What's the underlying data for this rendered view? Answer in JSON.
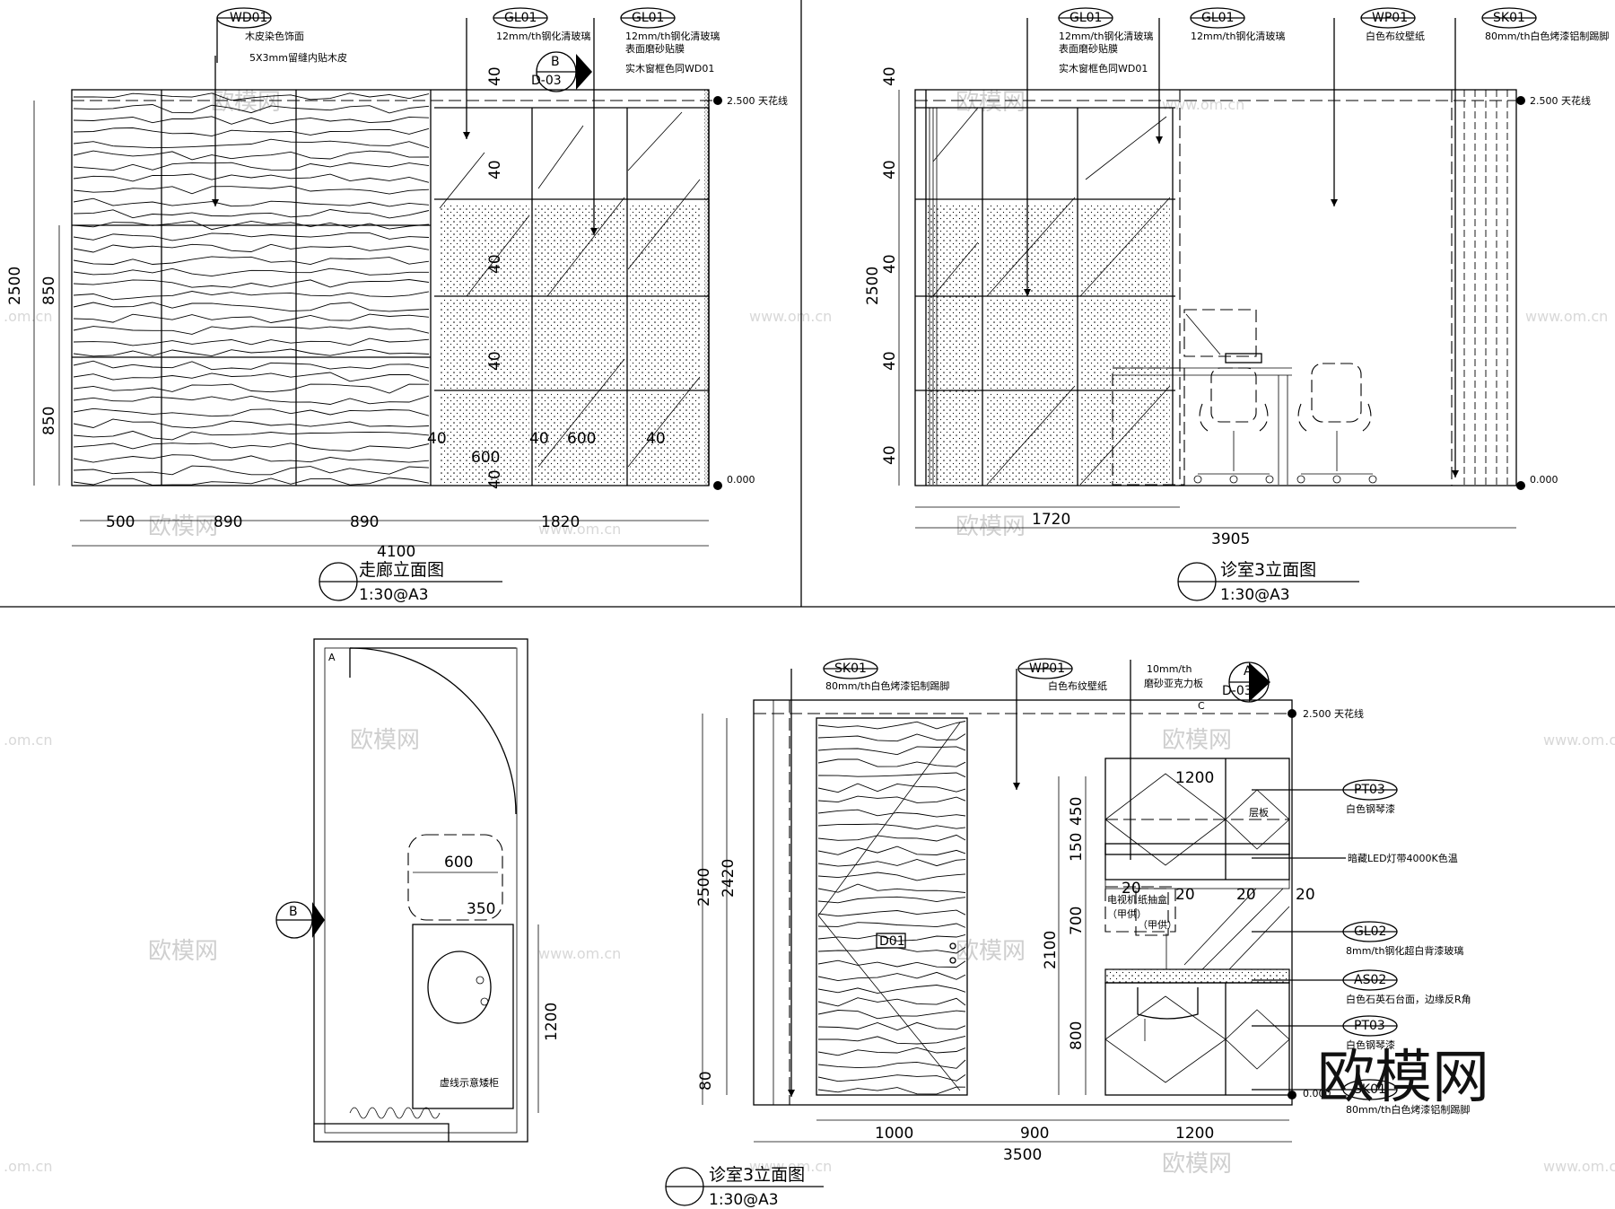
{
  "watermark": {
    "site": "www.om.cn",
    "edge": ".om.cn",
    "cn": "欧模网",
    "logo": "欧模网"
  },
  "views": {
    "corridor": {
      "title": "走廊立面图",
      "scale": "1:30@A3",
      "tags": {
        "wd": "WD01",
        "gl1": "GL01",
        "gl2": "GL01",
        "section": "B",
        "section_ref": "D-03"
      },
      "notes": {
        "wd_a": "木皮染色饰面",
        "wd_b": "5X3mm留缝内贴木皮",
        "gl1": "12mm/th钢化清玻璃",
        "gl2_a": "12mm/th钢化清玻璃",
        "gl2_b": "表面磨砂贴膜",
        "gl2_c": "实木窗框色同WD01",
        "ceiling_level": "2.500",
        "ceiling": "天花线",
        "floor_level": "0.000"
      },
      "dims": {
        "h_total": "2500",
        "h_a": "850",
        "h_b": "850",
        "w1": "500",
        "w2": "890",
        "w3": "890",
        "w4": "1820",
        "w_total": "4100",
        "gap": "40",
        "p1": "600",
        "p2": "600"
      }
    },
    "room3_a": {
      "title": "诊室3立面图",
      "scale": "1:30@A3",
      "tags": {
        "gl1": "GL01",
        "gl2": "GL01",
        "wp": "WP01",
        "sk": "SK01"
      },
      "notes": {
        "gl1_a": "12mm/th钢化清玻璃",
        "gl1_b": "表面磨砂贴膜",
        "gl1_c": "实木窗框色同WD01",
        "gl2": "12mm/th钢化清玻璃",
        "wp": "白色布纹壁纸",
        "sk": "80mm/th白色烤漆铝制踢脚",
        "ceiling_level": "2.500",
        "ceiling": "天花线",
        "floor_level": "0.000"
      },
      "dims": {
        "h_total": "2500",
        "gap": "40",
        "w1": "1720",
        "w_total": "3905"
      }
    },
    "plan": {
      "corner": "A",
      "section": "B",
      "dims": {
        "w": "600",
        "d": "350",
        "len": "1200"
      },
      "cabinet": "虚线示意矮柜"
    },
    "room3_b": {
      "title": "诊室3立面图",
      "scale": "1:30@A3",
      "tags": {
        "sk": "SK01",
        "wp": "WP01",
        "section": "A",
        "section_ref": "D-03",
        "pt1": "PT03",
        "gl": "GL02",
        "as": "AS02",
        "pt2": "PT03",
        "sk2": "SK01",
        "door": "D01"
      },
      "notes": {
        "c_mark": "C",
        "sk": "80mm/th白色烤漆铝制踢脚",
        "wp": "白色布纹壁纸",
        "acrylic_a": "10mm/th",
        "acrylic_b": "磨砂亚克力板",
        "pt1": "白色钢琴漆",
        "led": "暗藏LED灯带4000K色温",
        "gl": "8mm/th钢化超白背漆玻璃",
        "as": "白色石英石台面，边缘反R角",
        "pt2": "白色钢琴漆",
        "sk2": "80mm/th白色烤漆铝制踢脚",
        "shelf": "层板",
        "dispenser_a": "电视机",
        "dispenser_b": "（甲供）",
        "tissue_a": "纸抽盒",
        "tissue_b": "（甲供）",
        "ceiling_level": "2.500",
        "ceiling": "天花线",
        "floor_level": "0.000"
      },
      "dims": {
        "h_total": "2500",
        "h_door": "2420",
        "skirt": "80",
        "h_cab": "2100",
        "c1": "450",
        "c2": "150",
        "c3": "700",
        "c4": "800",
        "gap": "20",
        "top_w": "1200",
        "w1": "1000",
        "w2": "900",
        "w3": "1200",
        "w_total": "3500"
      }
    }
  }
}
